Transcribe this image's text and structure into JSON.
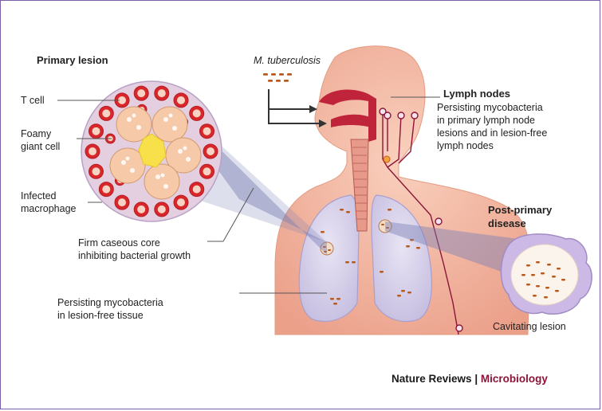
{
  "labels": {
    "primary_lesion": "Primary lesion",
    "t_cell": "T cell",
    "foamy_1": "Foamy",
    "foamy_2": "giant cell",
    "infected_1": "Infected",
    "infected_2": "macrophage",
    "caseous_1": "Firm caseous core",
    "caseous_2": "inhibiting bacterial growth",
    "persisting_1": "Persisting mycobacteria",
    "persisting_2": "in lesion-free tissue",
    "m_tuberculosis": "M. tuberculosis",
    "lymph_title": "Lymph nodes",
    "lymph_1": "Persisting mycobacteria",
    "lymph_2": "in primary lymph node",
    "lymph_3": "lesions and in lesion-free",
    "lymph_4": "lymph nodes",
    "post_1": "Post-primary",
    "post_2": "disease",
    "cavitating": "Cavitating lesion"
  },
  "credit": {
    "journal": "Nature Reviews",
    "separator": "|",
    "section": "Microbiology"
  },
  "colors": {
    "frame": "#7b5fa6",
    "skin": "#f3b59c",
    "lung": "#d6d0ea",
    "airway": "#c0243a",
    "bacteria": "#b8581a",
    "lymph": "#8b1538",
    "credit_accent": "#8b1538"
  }
}
